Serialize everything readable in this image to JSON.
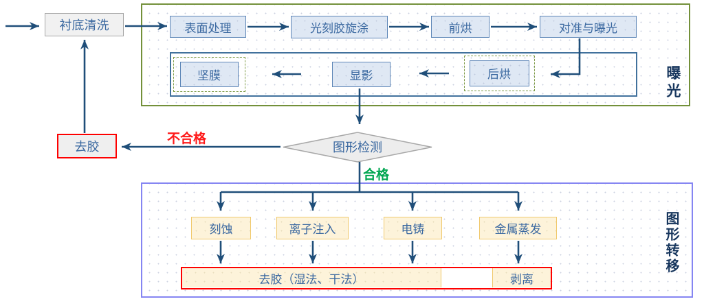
{
  "diagram": {
    "type": "photolithography-process-flowchart",
    "groups": {
      "exposure": "曝光",
      "pattern_transfer": "图形转移"
    },
    "nodes": {
      "substrate_cleaning": "衬底清洗",
      "surface_treatment": "表面处理",
      "photoresist_spin_coating": "光刻胶旋涂",
      "pre_bake": "前烘",
      "align_and_expose": "对准与曝光",
      "hard_bake": "坚膜",
      "develop": "显影",
      "post_bake": "后烘",
      "pattern_inspection": "图形检测",
      "strip_resist": "去胶",
      "etch": "刻蚀",
      "ion_implantation": "离子注入",
      "electroforming": "电铸",
      "metal_evaporation": "金属蒸发",
      "strip_resist_wet_dry": "去胶（湿法、干法）",
      "lift_off": "剥离"
    },
    "edge_labels": {
      "fail": "不合格",
      "pass": "合格"
    },
    "colors": {
      "arrow_navy": "#1f4e79",
      "node_border_blue": "#5b84b6",
      "node_fill_blue": "#dfe8f4",
      "node_text_blue": "#3a68a0",
      "group_border_green": "#73903a",
      "group_border_purple": "#8585f2",
      "dashed_border_olive": "#7d9a44",
      "highlight_red": "#fe0000",
      "pass_green": "#00a651",
      "cream_fill": "#fdf3da",
      "cream_border": "#f0c96c",
      "gray_fill": "#f1f1f1",
      "diamond_fill": "#ededed",
      "group_label_navy": "#17365d"
    }
  }
}
